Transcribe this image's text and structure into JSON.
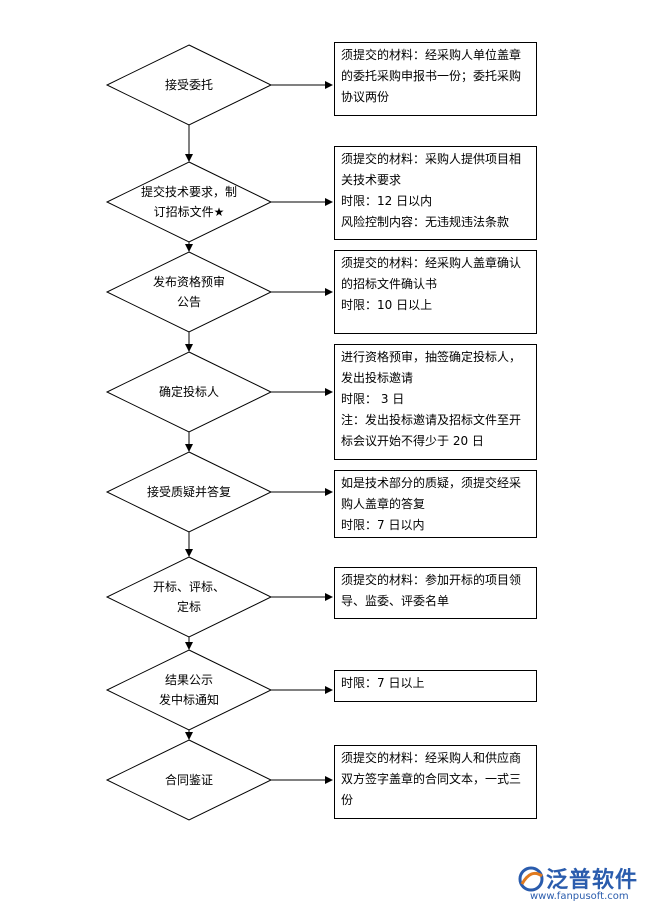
{
  "steps": [
    {
      "label_lines": [
        "接受委托"
      ],
      "note_lines": [
        "须提交的材料：经采购人单位盖章",
        "的委托采购申报书一份；委托采购",
        "协议两份"
      ]
    },
    {
      "label_lines": [
        "提交技术要求，制",
        "订招标文件★"
      ],
      "note_lines": [
        "须提交的材料：采购人提供项目相",
        "关技术要求",
        "时限：12 日以内",
        "风险控制内容：无违规违法条款"
      ]
    },
    {
      "label_lines": [
        "发布资格预审",
        "公告"
      ],
      "note_lines": [
        "须提交的材料：经采购人盖章确认",
        "的招标文件确认书",
        "时限：10 日以上"
      ]
    },
    {
      "label_lines": [
        "确定投标人"
      ],
      "note_lines": [
        "进行资格预审，抽签确定投标人，",
        "发出投标邀请",
        "时限： 3 日",
        "注：发出投标邀请及招标文件至开",
        "标会议开始不得少于 20 日"
      ]
    },
    {
      "label_lines": [
        "接受质疑并答复"
      ],
      "note_lines": [
        "如是技术部分的质疑，须提交经采",
        "购人盖章的答复",
        "时限：7 日以内"
      ]
    },
    {
      "label_lines": [
        "开标、评标、",
        "定标"
      ],
      "note_lines": [
        "须提交的材料：参加开标的项目领",
        "导、监委、评委名单"
      ]
    },
    {
      "label_lines": [
        "结果公示",
        "发中标通知"
      ],
      "note_lines": [
        "时限：7 日以上"
      ]
    },
    {
      "label_lines": [
        "合同鉴证"
      ],
      "note_lines": [
        "须提交的材料：经采购人和供应商",
        "双方签字盖章的合同文本，一式三",
        "份"
      ]
    }
  ],
  "logo": {
    "name": "泛普软件",
    "url": "www.fanpusoft.com",
    "icon": "fanpu-logo-icon"
  },
  "colors": {
    "line": "#000000",
    "brand": "#2a5cad"
  }
}
